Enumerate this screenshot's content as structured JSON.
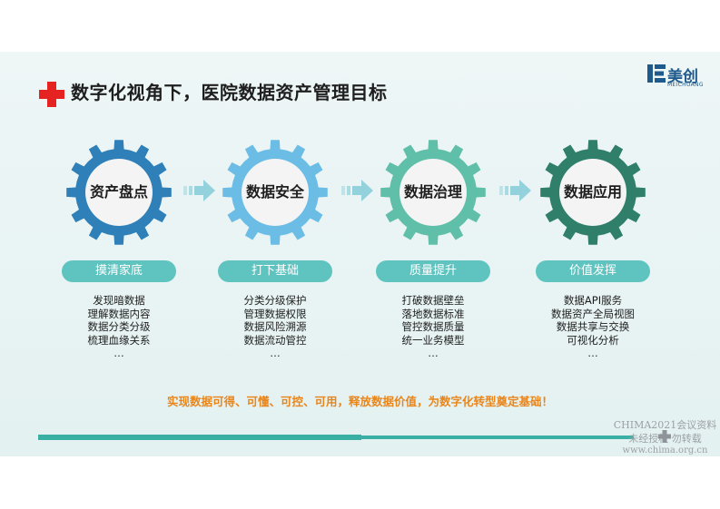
{
  "title": "数字化视角下，医院数据资产管理目标",
  "logo": {
    "cn": "美创",
    "en": "MEICHUANG"
  },
  "colors": {
    "gear1": "#2f80b8",
    "gear2": "#6cbde6",
    "gear3": "#5fbfa9",
    "gear4": "#2f7f6a",
    "pill": "#5fc4c0",
    "accent_orange": "#e8861c",
    "red_cross": "#e52320"
  },
  "stages": [
    {
      "name": "资产盘点",
      "pill": "摸清家底",
      "items": [
        "发现暗数据",
        "理解数据内容",
        "数据分类分级",
        "梳理血缘关系",
        "…"
      ]
    },
    {
      "name": "数据安全",
      "pill": "打下基础",
      "items": [
        "分类分级保护",
        "管理数据权限",
        "数据风险溯源",
        "数据流动管控",
        "…"
      ]
    },
    {
      "name": "数据治理",
      "pill": "质量提升",
      "items": [
        "打破数据壁垒",
        "落地数据标准",
        "管控数据质量",
        "统一业务模型",
        "…"
      ]
    },
    {
      "name": "数据应用",
      "pill": "价值发挥",
      "items": [
        "数据API服务",
        "数据资产全局视图",
        "数据共享与交换",
        "可视化分析",
        "…"
      ]
    }
  ],
  "tagline": "实现数据可得、可懂、可控、可用，释放数据价值，为数字化转型奠定基础！",
  "watermark": {
    "line1": "CHIMA2021会议资料",
    "line2": "未经授权 勿转载",
    "line3": "www.chima.org.cn"
  }
}
